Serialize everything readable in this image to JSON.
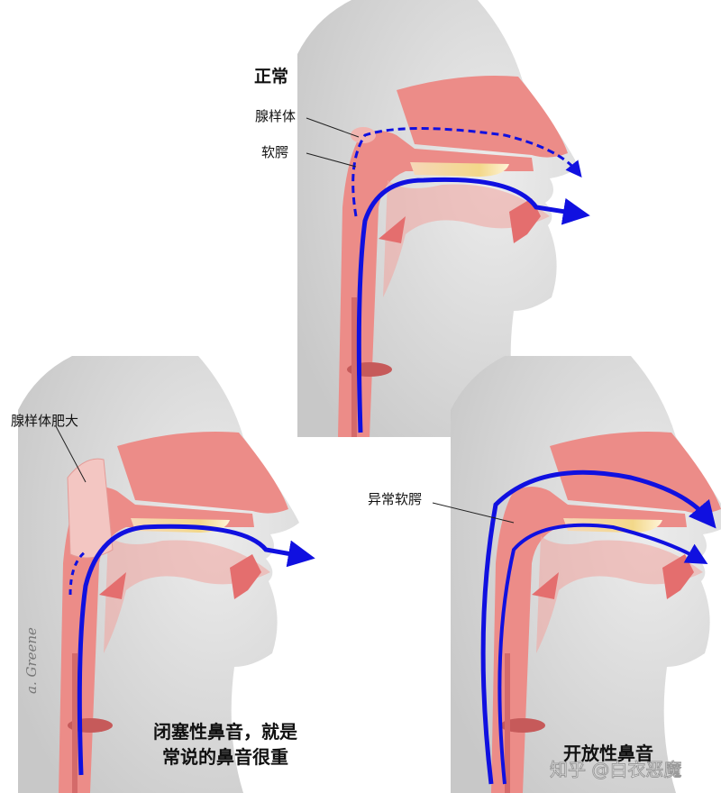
{
  "panels": {
    "normal": {
      "title": "正常",
      "adenoid_label": "腺样体",
      "soft_palate_label": "软腭"
    },
    "closed": {
      "label": "腺样体肥大",
      "caption_line1": "闭塞性鼻音，就是",
      "caption_line2": "常说的鼻音很重"
    },
    "open": {
      "label": "异常软腭",
      "caption": "开放性鼻音"
    }
  },
  "signature": "a. Greene",
  "watermark": "知乎 @白衣恶魔",
  "colors": {
    "airflow": "#1010e0",
    "tissue": "#ec8c88",
    "skin": "#d6d6d6"
  }
}
